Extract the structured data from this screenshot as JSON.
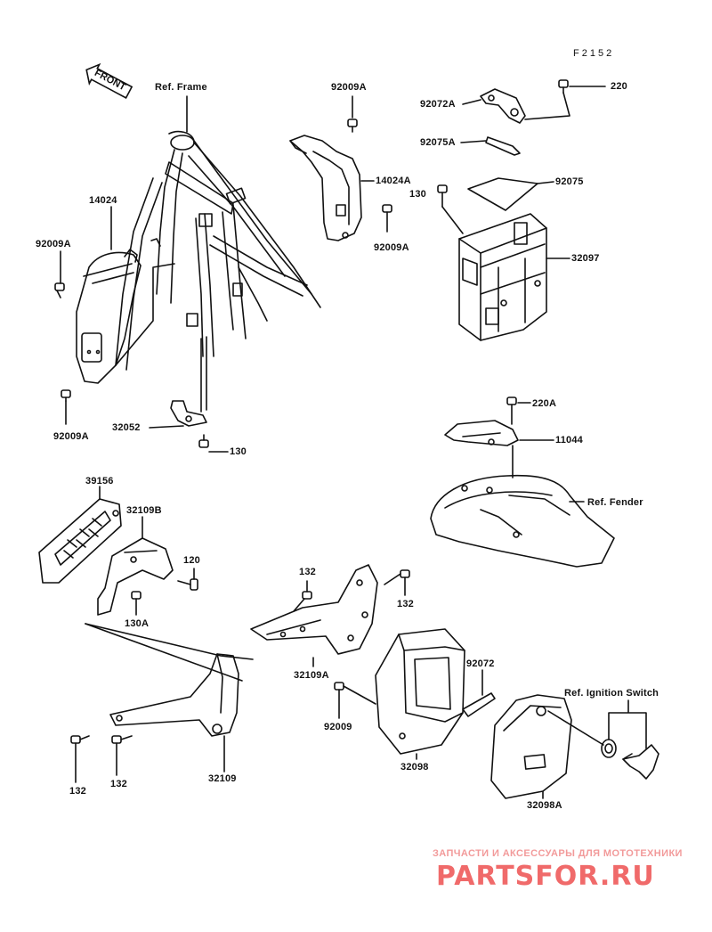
{
  "figure_code": "F2152",
  "orientation_label": "FRONT",
  "labels": {
    "ref_frame": "Ref. Frame",
    "ref_fender": "Ref. Fender",
    "ref_ignition": "Ref. Ignition Switch",
    "p14024": "14024",
    "p92009A_a": "92009A",
    "p92009A_b": "92009A",
    "p32052": "32052",
    "p130_a": "130",
    "p92009A_c": "92009A",
    "p14024A": "14024A",
    "p92009A_d": "92009A",
    "p92072A": "92072A",
    "p220": "220",
    "p92075A": "92075A",
    "p92075": "92075",
    "p130_b": "130",
    "p32097": "32097",
    "p220A": "220A",
    "p11044": "11044",
    "p39156": "39156",
    "p32109B": "32109B",
    "p120": "120",
    "p130A": "130A",
    "p132_a": "132",
    "p132_b": "132",
    "p32109A": "32109A",
    "p92072": "92072",
    "p92009": "92009",
    "p32098": "32098",
    "p32098A": "32098A",
    "p132_c": "132",
    "p132_d": "132",
    "p32109": "32109"
  },
  "watermark": {
    "subtitle": "ЗАПЧАСТИ И АКСЕССУАРЫ ДЛЯ МОТОТЕХНИКИ",
    "brand": "PARTSFOR.RU"
  },
  "colors": {
    "line": "#111111",
    "watermark": "#f06a6a"
  }
}
